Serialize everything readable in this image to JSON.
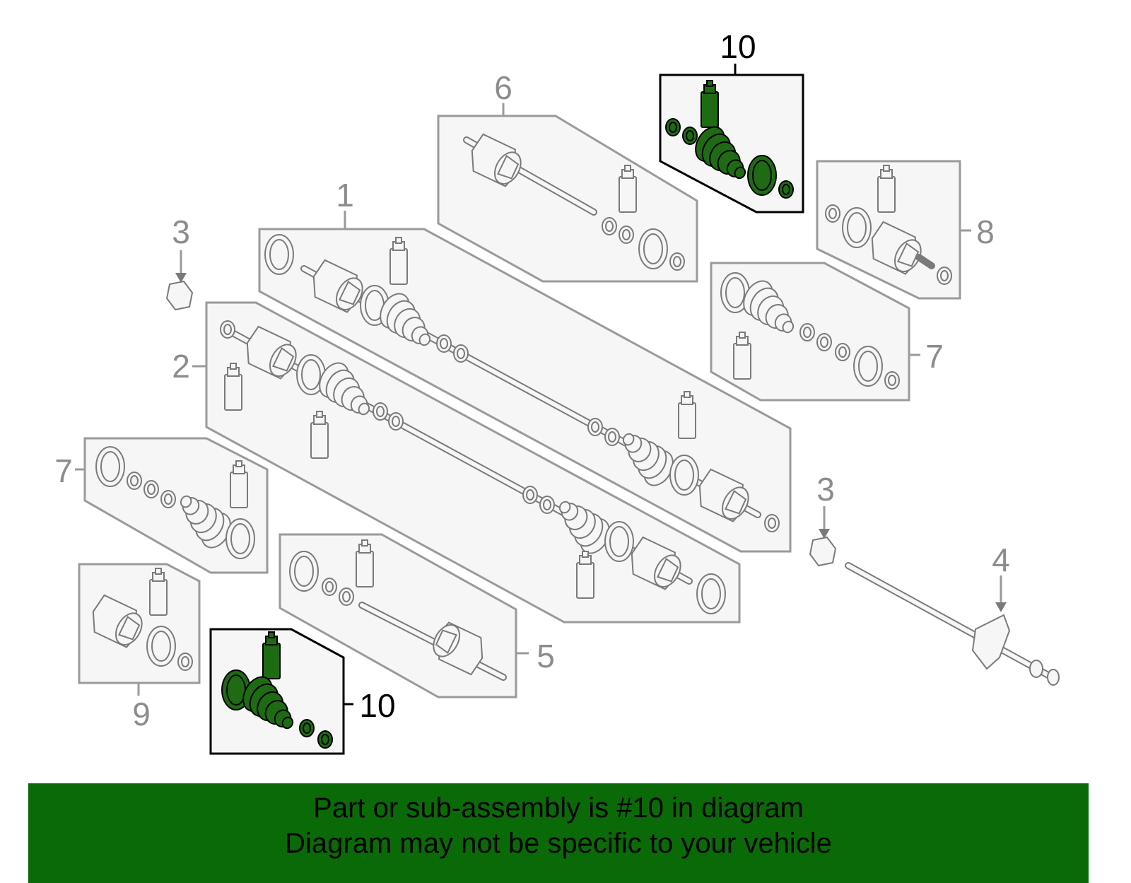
{
  "callouts": {
    "c1": "1",
    "c2": "2",
    "c3a": "3",
    "c3b": "3",
    "c4": "4",
    "c5": "5",
    "c6": "6",
    "c7a": "7",
    "c7b": "7",
    "c8": "8",
    "c9": "9",
    "c10a": "10",
    "c10b": "10"
  },
  "colors": {
    "highlight_part": "#1e6b14",
    "banner_background": "#0b6a08",
    "panel_border": "#9a9a9a",
    "highlight_border": "#000000"
  },
  "banner": {
    "line1": "Part or sub-assembly is #10 in diagram",
    "line2": "Diagram may not be specific to your vehicle"
  }
}
